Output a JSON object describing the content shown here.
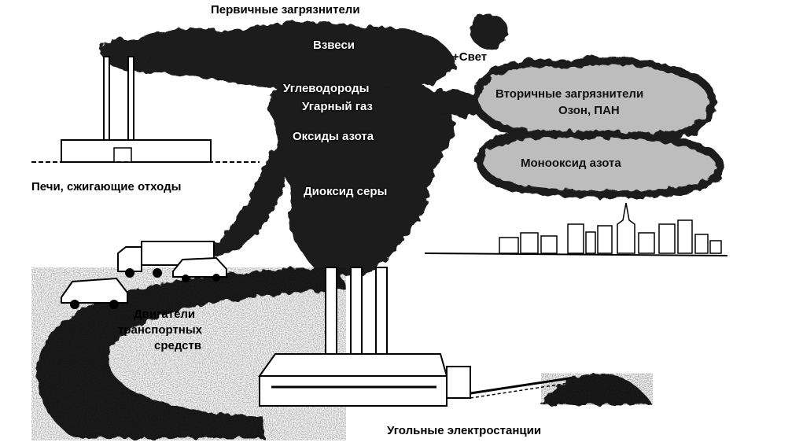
{
  "labels": {
    "primary_pollutants": "Первичные загрязнители",
    "suspensions": "Взвеси",
    "light": "+Свет",
    "hydrocarbons": "Углеводороды",
    "carbon_monoxide": "Угарный газ",
    "nitrogen_oxides": "Оксиды азота",
    "sulfur_dioxide": "Диоксид серы",
    "secondary_pollutants": "Вторичные загрязнители",
    "ozone_pan": "Озон, ПАН",
    "nitrogen_monoxide": "Монооксид азота",
    "waste_incinerators": "Печи, сжигающие отходы",
    "vehicle_engines_line1": "Двигатели",
    "vehicle_engines_line2": "транспортных",
    "vehicle_engines_line3": "средств",
    "coal_power_plants": "Угольные электростанции"
  },
  "colors": {
    "ink": "#000000",
    "smoke": "#1a1a1a",
    "cloud_fill": "#bdbdbd",
    "paper": "#ffffff"
  },
  "icons": {
    "incinerator": "incinerator-factory-icon",
    "power_plant": "power-plant-icon",
    "vehicles": "vehicles-icon",
    "city": "city-skyline-icon",
    "coal": "coal-pile-icon"
  }
}
